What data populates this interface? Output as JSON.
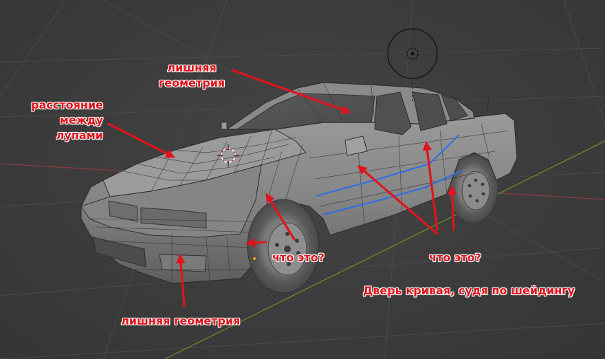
{
  "app": {
    "name": "Blender",
    "view": "3D Viewport"
  },
  "viewport": {
    "object": "car",
    "overlays": {
      "grid": true,
      "x_axis_color": "#a0454e",
      "y_axis_color": "#7a9a3a",
      "wireframe": true
    },
    "selected_edge_loops_color": "#2f6fe0",
    "light_gizmo": "sun-light-icon",
    "cursor_3d": "3d-cursor-icon"
  },
  "annotations": {
    "color": "#e0141c",
    "extra_geometry_top": [
      "лишняя",
      "геометрия"
    ],
    "loop_distance": [
      "расстояние",
      "между",
      "лупами"
    ],
    "what_is_this_left": "что это?",
    "what_is_this_right": "что это?",
    "door_curved": "Дверь кривая, судя по шейдингу",
    "extra_geometry_bottom": "лишняя геометрия"
  }
}
